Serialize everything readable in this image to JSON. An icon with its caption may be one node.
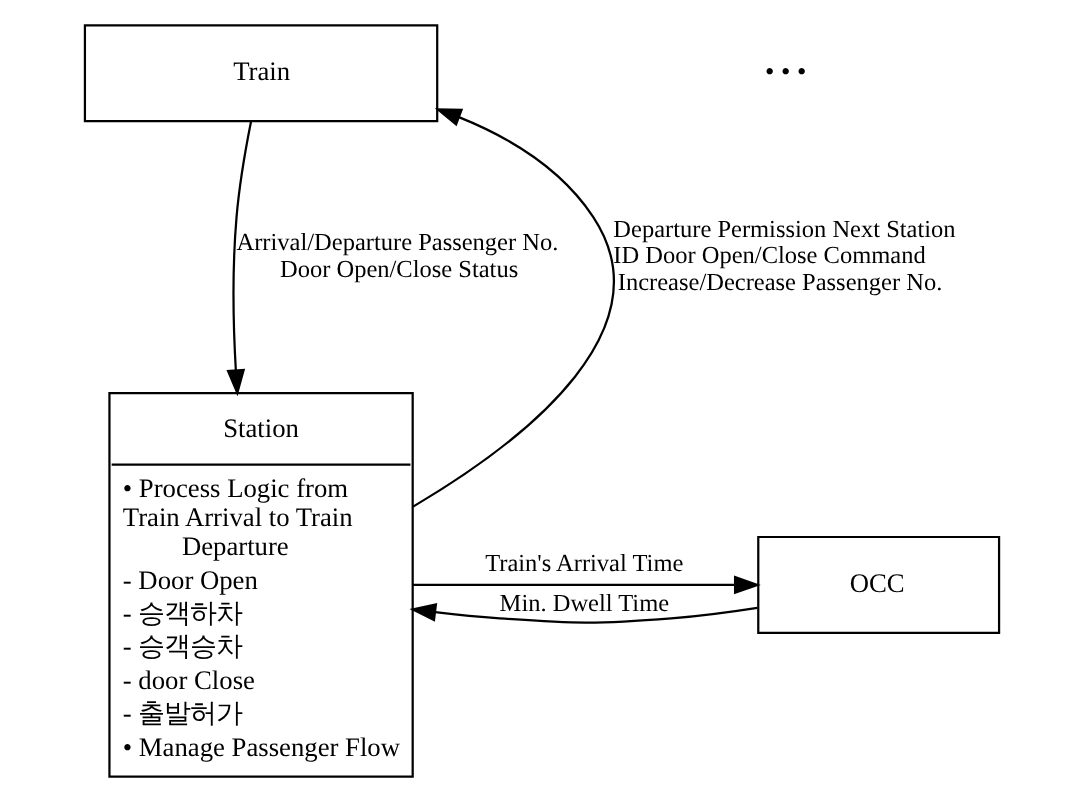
{
  "diagram": {
    "nodes": [
      {
        "text": [
          "Train"
        ]
      },
      {
        "text": [
          "Station",
          "• Process Logic from Train Arrival to Train Departure",
          "- Door Open",
          "- 승객하차",
          "- 승객승차",
          "- door Close",
          "- 출발허가",
          "• Manage Passenger Flow"
        ]
      },
      {
        "text": [
          "OCC"
        ]
      }
    ],
    "edges": [
      {
        "from": 0,
        "to": 1,
        "arrow": "to",
        "label": "Arrival/Departure Passenger No. Door Open/Close Status"
      },
      {
        "from": 1,
        "to": 0,
        "arrow": "to",
        "label": "Departure Permission Next Station ID Door Open/Close Command Increase/Decrease Passenger No."
      },
      {
        "from": 2,
        "to": 1,
        "arrow": "to",
        "label": "Min. Dwell Time"
      },
      {
        "from": 1,
        "to": 2,
        "arrow": "to",
        "label": "Train's Arrival Time"
      }
    ],
    "labels": [
      "• • •"
    ]
  }
}
